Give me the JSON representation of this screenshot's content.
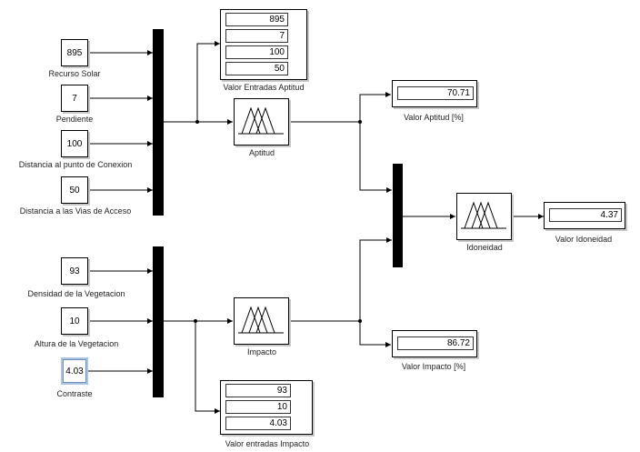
{
  "constants": {
    "recurso_solar": {
      "value": "895",
      "label": "Recurso Solar"
    },
    "pendiente": {
      "value": "7",
      "label": "Pendiente"
    },
    "distancia_conexion": {
      "value": "100",
      "label": "Distancia al punto de Conexion"
    },
    "distancia_vias": {
      "value": "50",
      "label": "Distancia a las Vias de Acceso"
    },
    "densidad_vegetacion": {
      "value": "93",
      "label": "Densidad de la Vegetacion"
    },
    "altura_vegetacion": {
      "value": "10",
      "label": "Altura de la Vegetacion"
    },
    "contraste": {
      "value": "4.03",
      "label": "Contraste"
    }
  },
  "displays": {
    "entradas_aptitud": {
      "label": "Valor Entradas Aptitud",
      "values": [
        "895",
        "7",
        "100",
        "50"
      ]
    },
    "entradas_impacto": {
      "label": "Valor entradas Impacto",
      "values": [
        "93",
        "10",
        "4.03"
      ]
    },
    "aptitud": {
      "label": "Valor Aptitud [%]",
      "value": "70.71"
    },
    "impacto": {
      "label": "Valor Impacto [%]",
      "value": "86.72"
    },
    "idoneidad": {
      "label": "Valor Idoneidad",
      "value": "4.37"
    }
  },
  "fis": {
    "aptitud": {
      "label": "Aptitud"
    },
    "impacto": {
      "label": "Impacto"
    },
    "idoneidad": {
      "label": "Idoneidad"
    }
  },
  "colors": {
    "wire": "#000000",
    "selection": "#a9c6e6",
    "shadow": "#c8c8c8"
  }
}
